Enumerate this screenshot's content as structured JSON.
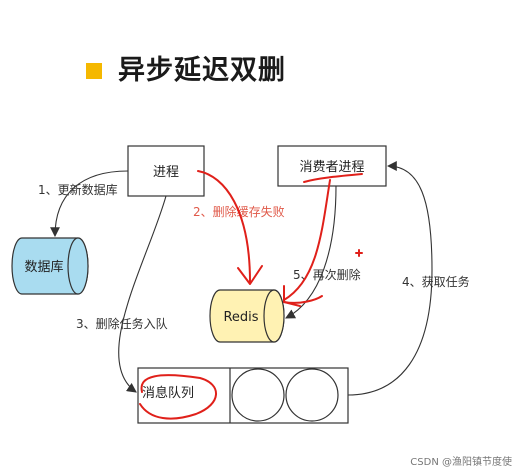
{
  "title": "异步延迟双删",
  "nodes": {
    "process": "进程",
    "consumer": "消费者进程",
    "database": "数据库",
    "redis": "Redis",
    "queue": "消息队列"
  },
  "edges": {
    "update_db": "1、更新数据库",
    "delete_cache": "2、删除缓存失败",
    "delete_task": "3、删除任务入队",
    "get_task": "4、获取任务",
    "delete_again": "5、再次删除"
  },
  "colors": {
    "accent": "#f5b800",
    "database_fill": "#a9dcf0",
    "redis_fill": "#fff2b3",
    "annotation_red": "#e0201a",
    "label_red": "#e05a4a"
  },
  "footer": "CSDN @渔阳镇节度使"
}
